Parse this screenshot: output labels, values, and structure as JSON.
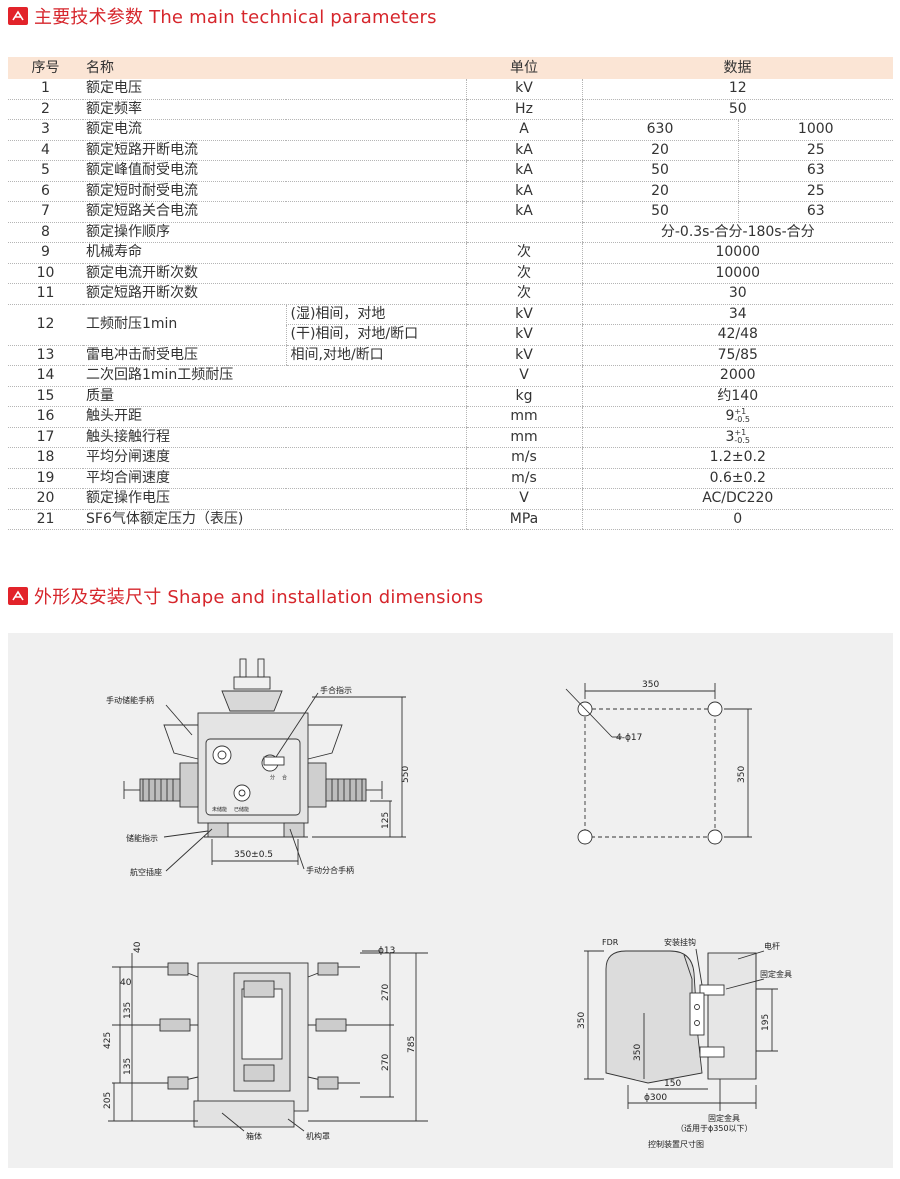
{
  "section1": {
    "title": "主要技术参数 The main technical parameters"
  },
  "section2": {
    "title": "外形及安装尺寸 Shape and installation dimensions"
  },
  "table": {
    "headers": {
      "no": "序号",
      "name": "名称",
      "unit": "单位",
      "data": "数据"
    },
    "rows": [
      {
        "no": "1",
        "name": "额定电压",
        "unit": "kV",
        "data": "12"
      },
      {
        "no": "2",
        "name": "额定频率",
        "unit": "Hz",
        "data": "50"
      },
      {
        "no": "3",
        "name": "额定电流",
        "unit": "A",
        "d1": "630",
        "d2": "1000"
      },
      {
        "no": "4",
        "name": "额定短路开断电流",
        "unit": "kA",
        "d1": "20",
        "d2": "25"
      },
      {
        "no": "5",
        "name": "额定峰值耐受电流",
        "unit": "kA",
        "d1": "50",
        "d2": "63"
      },
      {
        "no": "6",
        "name": "额定短时耐受电流",
        "unit": "kA",
        "d1": "20",
        "d2": "25"
      },
      {
        "no": "7",
        "name": "额定短路关合电流",
        "unit": "kA",
        "d1": "50",
        "d2": "63"
      },
      {
        "no": "8",
        "name": "额定操作顺序",
        "unit": "",
        "data": "分-0.3s-合分-180s-合分"
      },
      {
        "no": "9",
        "name": "机械寿命",
        "unit": "次",
        "data": "10000"
      },
      {
        "no": "10",
        "name": "额定电流开断次数",
        "unit": "次",
        "data": "10000"
      },
      {
        "no": "11",
        "name": "额定短路开断次数",
        "unit": "次",
        "data": "30"
      },
      {
        "no": "12",
        "name": "工频耐压1min",
        "sub": "(湿)相间，对地",
        "unit": "kV",
        "data": "34"
      },
      {
        "sub": "(干)相间，对地/断口",
        "unit": "kV",
        "data": "42/48"
      },
      {
        "no": "13",
        "name": "雷电冲击耐受电压",
        "sub": "相间,对地/断口",
        "unit": "kV",
        "data": "75/85"
      },
      {
        "no": "14",
        "name": "二次回路1min工频耐压",
        "unit": "V",
        "data": "2000"
      },
      {
        "no": "15",
        "name": "质量",
        "unit": "kg",
        "data": "约140"
      },
      {
        "no": "16",
        "name": "触头开距",
        "unit": "mm",
        "data": "9",
        "sup_top": "+1",
        "sup_bot": "-0.5"
      },
      {
        "no": "17",
        "name": "触头接触行程",
        "unit": "mm",
        "data": "3",
        "sup_top": "+1",
        "sup_bot": "-0.5"
      },
      {
        "no": "18",
        "name": "平均分闸速度",
        "unit": "m/s",
        "data": "1.2±0.2"
      },
      {
        "no": "19",
        "name": "平均合闸速度",
        "unit": "m/s",
        "data": "0.6±0.2"
      },
      {
        "no": "20",
        "name": "额定操作电压",
        "unit": "V",
        "data": "AC/DC220"
      },
      {
        "no": "21",
        "name": "SF6气体额定压力（表压)",
        "unit": "MPa",
        "data": "0"
      }
    ]
  },
  "front_view": {
    "label_handle_store": "手动储能手柄",
    "label_close_ind": "手合指示",
    "label_store_ind": "储能指示",
    "label_plug": "航空插座",
    "label_handle_oc": "手动分合手柄",
    "dim_550": "550",
    "dim_125": "125",
    "dim_350": "350±0.5",
    "panel_a": "未储能",
    "panel_b": "已储能",
    "panel_c": "分",
    "panel_d": "合"
  },
  "mount_view": {
    "dim_w": "350",
    "dim_h": "350",
    "hole": "4-ϕ17"
  },
  "top_view": {
    "d40a": "40",
    "d40b": "40",
    "d13": "ϕ13",
    "d135a": "135",
    "d135b": "135",
    "d425": "425",
    "d205": "205",
    "d270a": "270",
    "d270b": "270",
    "d785": "785",
    "label_box": "箱体",
    "label_mech": "机构罩"
  },
  "ctrl_view": {
    "label_fdr": "FDR",
    "label_hook": "安装挂钩",
    "label_pole": "电杆",
    "label_fix": "固定金具",
    "d350": "350",
    "d350b": "350",
    "d195": "195",
    "d150": "150",
    "d300": "ϕ300",
    "label_fix2": "固定金具",
    "label_note": "（适用于ϕ350以下）",
    "caption": "控制装置尺寸图"
  }
}
